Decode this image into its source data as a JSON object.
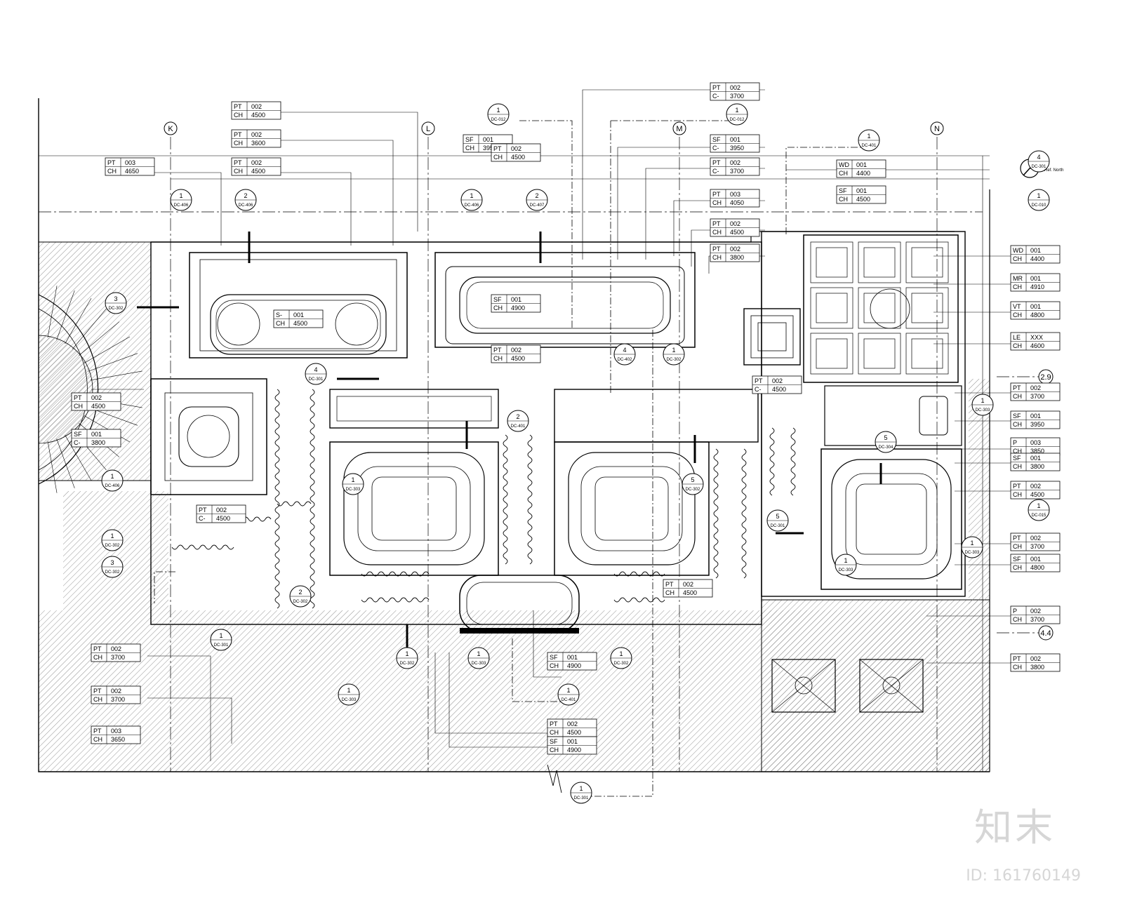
{
  "grid_lines": [
    {
      "label": "K"
    },
    {
      "label": "L"
    },
    {
      "label": "M"
    },
    {
      "label": "N"
    }
  ],
  "right_markers": [
    {
      "label": "2.9"
    },
    {
      "label": "4.4"
    }
  ],
  "north_arrow": {
    "text": "Ref. North"
  },
  "tags": [
    {
      "id": "t1",
      "code": "PT",
      "num": "002",
      "sub": "CH",
      "val": "4500"
    },
    {
      "id": "t2",
      "code": "PT",
      "num": "002",
      "sub": "CH",
      "val": "3600"
    },
    {
      "id": "t3",
      "code": "PT",
      "num": "003",
      "sub": "CH",
      "val": "4650"
    },
    {
      "id": "t4",
      "code": "PT",
      "num": "002",
      "sub": "CH",
      "val": "4500"
    },
    {
      "id": "t5",
      "code": "PT",
      "num": "002",
      "sub": "C-",
      "val": "3700"
    },
    {
      "id": "t6",
      "code": "SF",
      "num": "001",
      "sub": "CH",
      "val": "3950"
    },
    {
      "id": "t7",
      "code": "SF",
      "num": "001",
      "sub": "C-",
      "val": "3950"
    },
    {
      "id": "t8",
      "code": "PT",
      "num": "002",
      "sub": "C-",
      "val": "3700"
    },
    {
      "id": "t9",
      "code": "WD",
      "num": "001",
      "sub": "CH",
      "val": "4400"
    },
    {
      "id": "t10",
      "code": "SF",
      "num": "001",
      "sub": "CH",
      "val": "4500"
    },
    {
      "id": "t11",
      "code": "PT",
      "num": "003",
      "sub": "CH",
      "val": "4050"
    },
    {
      "id": "t12",
      "code": "PT",
      "num": "002",
      "sub": "CH",
      "val": "4500"
    },
    {
      "id": "t13",
      "code": "PT",
      "num": "002",
      "sub": "CH",
      "val": "3800"
    },
    {
      "id": "t14",
      "code": "S-",
      "num": "001",
      "sub": "CH",
      "val": "4500"
    },
    {
      "id": "t15",
      "code": "SF",
      "num": "001",
      "sub": "CH",
      "val": "4900"
    },
    {
      "id": "t16",
      "code": "PT",
      "num": "002",
      "sub": "CH",
      "val": "4500"
    },
    {
      "id": "t17",
      "code": "PT",
      "num": "002",
      "sub": "C-",
      "val": "4500"
    },
    {
      "id": "t18",
      "code": "SF",
      "num": "001",
      "sub": "C-",
      "val": "3800"
    },
    {
      "id": "t19",
      "code": "PT",
      "num": "002",
      "sub": "C-",
      "val": "4500"
    },
    {
      "id": "t20",
      "code": "PT",
      "num": "002",
      "sub": "CH",
      "val": "4500"
    },
    {
      "id": "t21",
      "code": "PT",
      "num": "002",
      "sub": "CH",
      "val": "4500"
    },
    {
      "id": "t22",
      "code": "WD",
      "num": "001",
      "sub": "CH",
      "val": "4400"
    },
    {
      "id": "t23",
      "code": "MR",
      "num": "001",
      "sub": "CH",
      "val": "4910"
    },
    {
      "id": "t24",
      "code": "VT",
      "num": "001",
      "sub": "CH",
      "val": "4800"
    },
    {
      "id": "t25",
      "code": "LE",
      "num": "XXX",
      "sub": "CH",
      "val": "4600"
    },
    {
      "id": "t26",
      "code": "PT",
      "num": "002",
      "sub": "CH",
      "val": "3700"
    },
    {
      "id": "t27",
      "code": "SF",
      "num": "001",
      "sub": "CH",
      "val": "3950"
    },
    {
      "id": "t28",
      "code": "P",
      "num": "003",
      "sub": "CH",
      "val": "3850"
    },
    {
      "id": "t29",
      "code": "SF",
      "num": "001",
      "sub": "CH",
      "val": "3800"
    },
    {
      "id": "t30",
      "code": "PT",
      "num": "002",
      "sub": "CH",
      "val": "4500"
    },
    {
      "id": "t31",
      "code": "PT",
      "num": "002",
      "sub": "CH",
      "val": "3700"
    },
    {
      "id": "t32",
      "code": "SF",
      "num": "001",
      "sub": "CH",
      "val": "4800"
    },
    {
      "id": "t33",
      "code": "P",
      "num": "002",
      "sub": "CH",
      "val": "3700"
    },
    {
      "id": "t34",
      "code": "PT",
      "num": "002",
      "sub": "CH",
      "val": "3800"
    },
    {
      "id": "t35",
      "code": "PT",
      "num": "002",
      "sub": "CH",
      "val": "3700"
    },
    {
      "id": "t36",
      "code": "PT",
      "num": "002",
      "sub": "CH",
      "val": "3700"
    },
    {
      "id": "t37",
      "code": "PT",
      "num": "003",
      "sub": "CH",
      "val": "3650"
    },
    {
      "id": "t38",
      "code": "SF",
      "num": "001",
      "sub": "CH",
      "val": "4900"
    },
    {
      "id": "t39",
      "code": "PT",
      "num": "002",
      "sub": "CH",
      "val": "4500"
    },
    {
      "id": "t40",
      "code": "SF",
      "num": "001",
      "sub": "CH",
      "val": "4900"
    },
    {
      "id": "t41",
      "code": "PT",
      "num": "002",
      "sub": "CH",
      "val": "4500"
    }
  ],
  "bubbles": [
    {
      "id": "b1",
      "num": "1",
      "ref": "DC-012"
    },
    {
      "id": "b2",
      "num": "1",
      "ref": "DC-012"
    },
    {
      "id": "b3",
      "num": "1",
      "ref": "DC-401"
    },
    {
      "id": "b4",
      "num": "1",
      "ref": "DC-406"
    },
    {
      "id": "b5",
      "num": "2",
      "ref": "DC-406"
    },
    {
      "id": "b6",
      "num": "1",
      "ref": "DC-406"
    },
    {
      "id": "b7",
      "num": "2",
      "ref": "DC-407"
    },
    {
      "id": "b8",
      "num": "1",
      "ref": "DC-010"
    },
    {
      "id": "b9",
      "num": "3",
      "ref": "DC-302"
    },
    {
      "id": "b10",
      "num": "4",
      "ref": "DC-301"
    },
    {
      "id": "b11",
      "num": "4",
      "ref": "DC-402"
    },
    {
      "id": "b12",
      "num": "1",
      "ref": "DC-302"
    },
    {
      "id": "b13",
      "num": "2",
      "ref": "DC-401"
    },
    {
      "id": "b14",
      "num": "1",
      "ref": "DC-406"
    },
    {
      "id": "b15",
      "num": "1",
      "ref": "DC-302"
    },
    {
      "id": "b16",
      "num": "3",
      "ref": "DC-302"
    },
    {
      "id": "b17",
      "num": "1",
      "ref": "DC-303"
    },
    {
      "id": "b18",
      "num": "5",
      "ref": "DC-304"
    },
    {
      "id": "b19",
      "num": "5",
      "ref": "DC-302"
    },
    {
      "id": "b20",
      "num": "1",
      "ref": "DC-303"
    },
    {
      "id": "b21",
      "num": "5",
      "ref": "DC-301"
    },
    {
      "id": "b22",
      "num": "1",
      "ref": "DC-015"
    },
    {
      "id": "b23",
      "num": "1",
      "ref": "DC-303"
    },
    {
      "id": "b24",
      "num": "2",
      "ref": "DC-302"
    },
    {
      "id": "b25",
      "num": "4",
      "ref": "DC-301"
    },
    {
      "id": "b26",
      "num": "1",
      "ref": "DC-301"
    },
    {
      "id": "b27",
      "num": "1",
      "ref": "DC-302"
    },
    {
      "id": "b28",
      "num": "1",
      "ref": "DC-303"
    },
    {
      "id": "b29",
      "num": "1",
      "ref": "DC-302"
    },
    {
      "id": "b30",
      "num": "1",
      "ref": "DC-303"
    },
    {
      "id": "b31",
      "num": "1",
      "ref": "DC-401"
    },
    {
      "id": "b32",
      "num": "1",
      "ref": "DC-303"
    },
    {
      "id": "b33",
      "num": "1",
      "ref": "DC-301"
    }
  ],
  "watermark": {
    "logo": "知末",
    "id_text": "ID: 161760149"
  }
}
